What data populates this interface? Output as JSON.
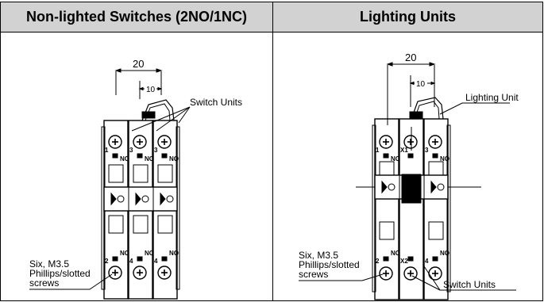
{
  "headers": {
    "left": "Non-lighted Switches (2NO/1NC)",
    "right": "Lighting Units"
  },
  "left_diagram": {
    "dim_outer": "20",
    "dim_inner": "10",
    "label_switch_units": "Switch Units",
    "screws_line1": "Six, M3.5",
    "screws_line2": "Phillips/slotted",
    "screws_line3": "screws",
    "terminals_top": [
      "1",
      "3",
      "3"
    ],
    "terminals_top_suffix": [
      "NC",
      "NO",
      "NO"
    ],
    "terminals_bottom": [
      "2",
      "4",
      "4"
    ],
    "terminals_bottom_suffix": [
      "NC",
      "NO",
      "NO"
    ]
  },
  "right_diagram": {
    "dim_outer": "20",
    "dim_inner": "10",
    "label_lighting_unit": "Lighting Unit",
    "label_switch_units": "Switch Units",
    "screws_line1": "Six, M3.5",
    "screws_line2": "Phillips/slotted",
    "screws_line3": "screws",
    "terminals_top": [
      "1",
      "X1",
      "3"
    ],
    "terminals_top_suffix": [
      "NC",
      "",
      "NO"
    ],
    "terminals_bottom": [
      "2",
      "X2",
      "4"
    ],
    "terminals_bottom_suffix": [
      "NC",
      "",
      "NO"
    ]
  },
  "colors": {
    "header_bg": "#d2d2d2",
    "ink": "#000000"
  }
}
